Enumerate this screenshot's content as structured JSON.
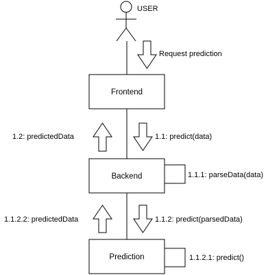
{
  "actor": {
    "label": "USER"
  },
  "request_message": {
    "label": "Request prediction"
  },
  "nodes": {
    "frontend": "Frontend",
    "backend": "Backend",
    "prediction": "Prediction"
  },
  "messages": {
    "predict_data": "1.1: predict(data)",
    "predicted_data_return": "1.2: predictedData",
    "parse_data": "1.1.1: parseData(data)",
    "predict_parsed": "1.1.2: predict(parsedData)",
    "predicted_data_return_2": "1.1.2.2: predictedData",
    "predict_self": "1.1.2.1: predict()"
  },
  "colors": {
    "stroke": "#000000",
    "fill": "#ffffff"
  }
}
